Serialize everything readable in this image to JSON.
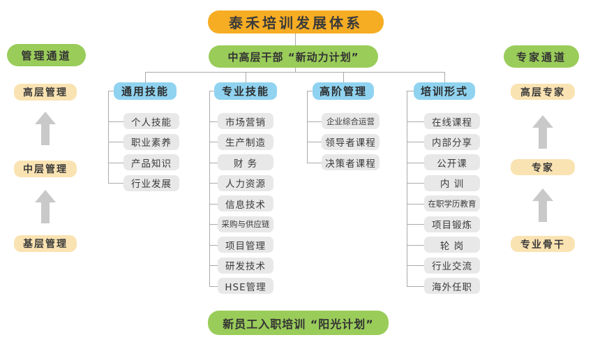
{
  "header": {
    "title": "泰禾培训发展体系",
    "subtitle": "中高层干部 “新动力计划”"
  },
  "footer": {
    "label": "新员工入职培训 “阳光计划”"
  },
  "left_channel": {
    "title": "管理通道",
    "levels": [
      "高层管理",
      "中层管理",
      "基层管理"
    ]
  },
  "right_channel": {
    "title": "专家通道",
    "levels": [
      "高层专家",
      "专家",
      "专业骨干"
    ]
  },
  "columns": [
    {
      "header": "通用技能",
      "items": [
        "个人技能",
        "职业素养",
        "产品知识",
        "行业发展"
      ]
    },
    {
      "header": "专业技能",
      "items": [
        "市场营销",
        "生产制造",
        "财 务",
        "人力资源",
        "信息技术",
        "采购与供应链",
        "项目管理",
        "研发技术",
        "HSE管理"
      ]
    },
    {
      "header": "高阶管理",
      "items": [
        "企业综合运营",
        "领导者课程",
        "决策者课程"
      ]
    },
    {
      "header": "培训形式",
      "items": [
        "在线课程",
        "内部分享",
        "公开课",
        "内 训",
        "在职学历教育",
        "项目锻炼",
        "轮 岗",
        "行业交流",
        "海外任职"
      ]
    }
  ],
  "colors": {
    "title_orange": "#F6AD24",
    "plan_green": "#9ACC5A",
    "header_blue": "#90D3F0",
    "level_peach": "#FAE3B2",
    "item_gray": "#E8E8E8",
    "connector_gray": "#AAAAAA",
    "arrow_gray": "#C9C9C9"
  }
}
